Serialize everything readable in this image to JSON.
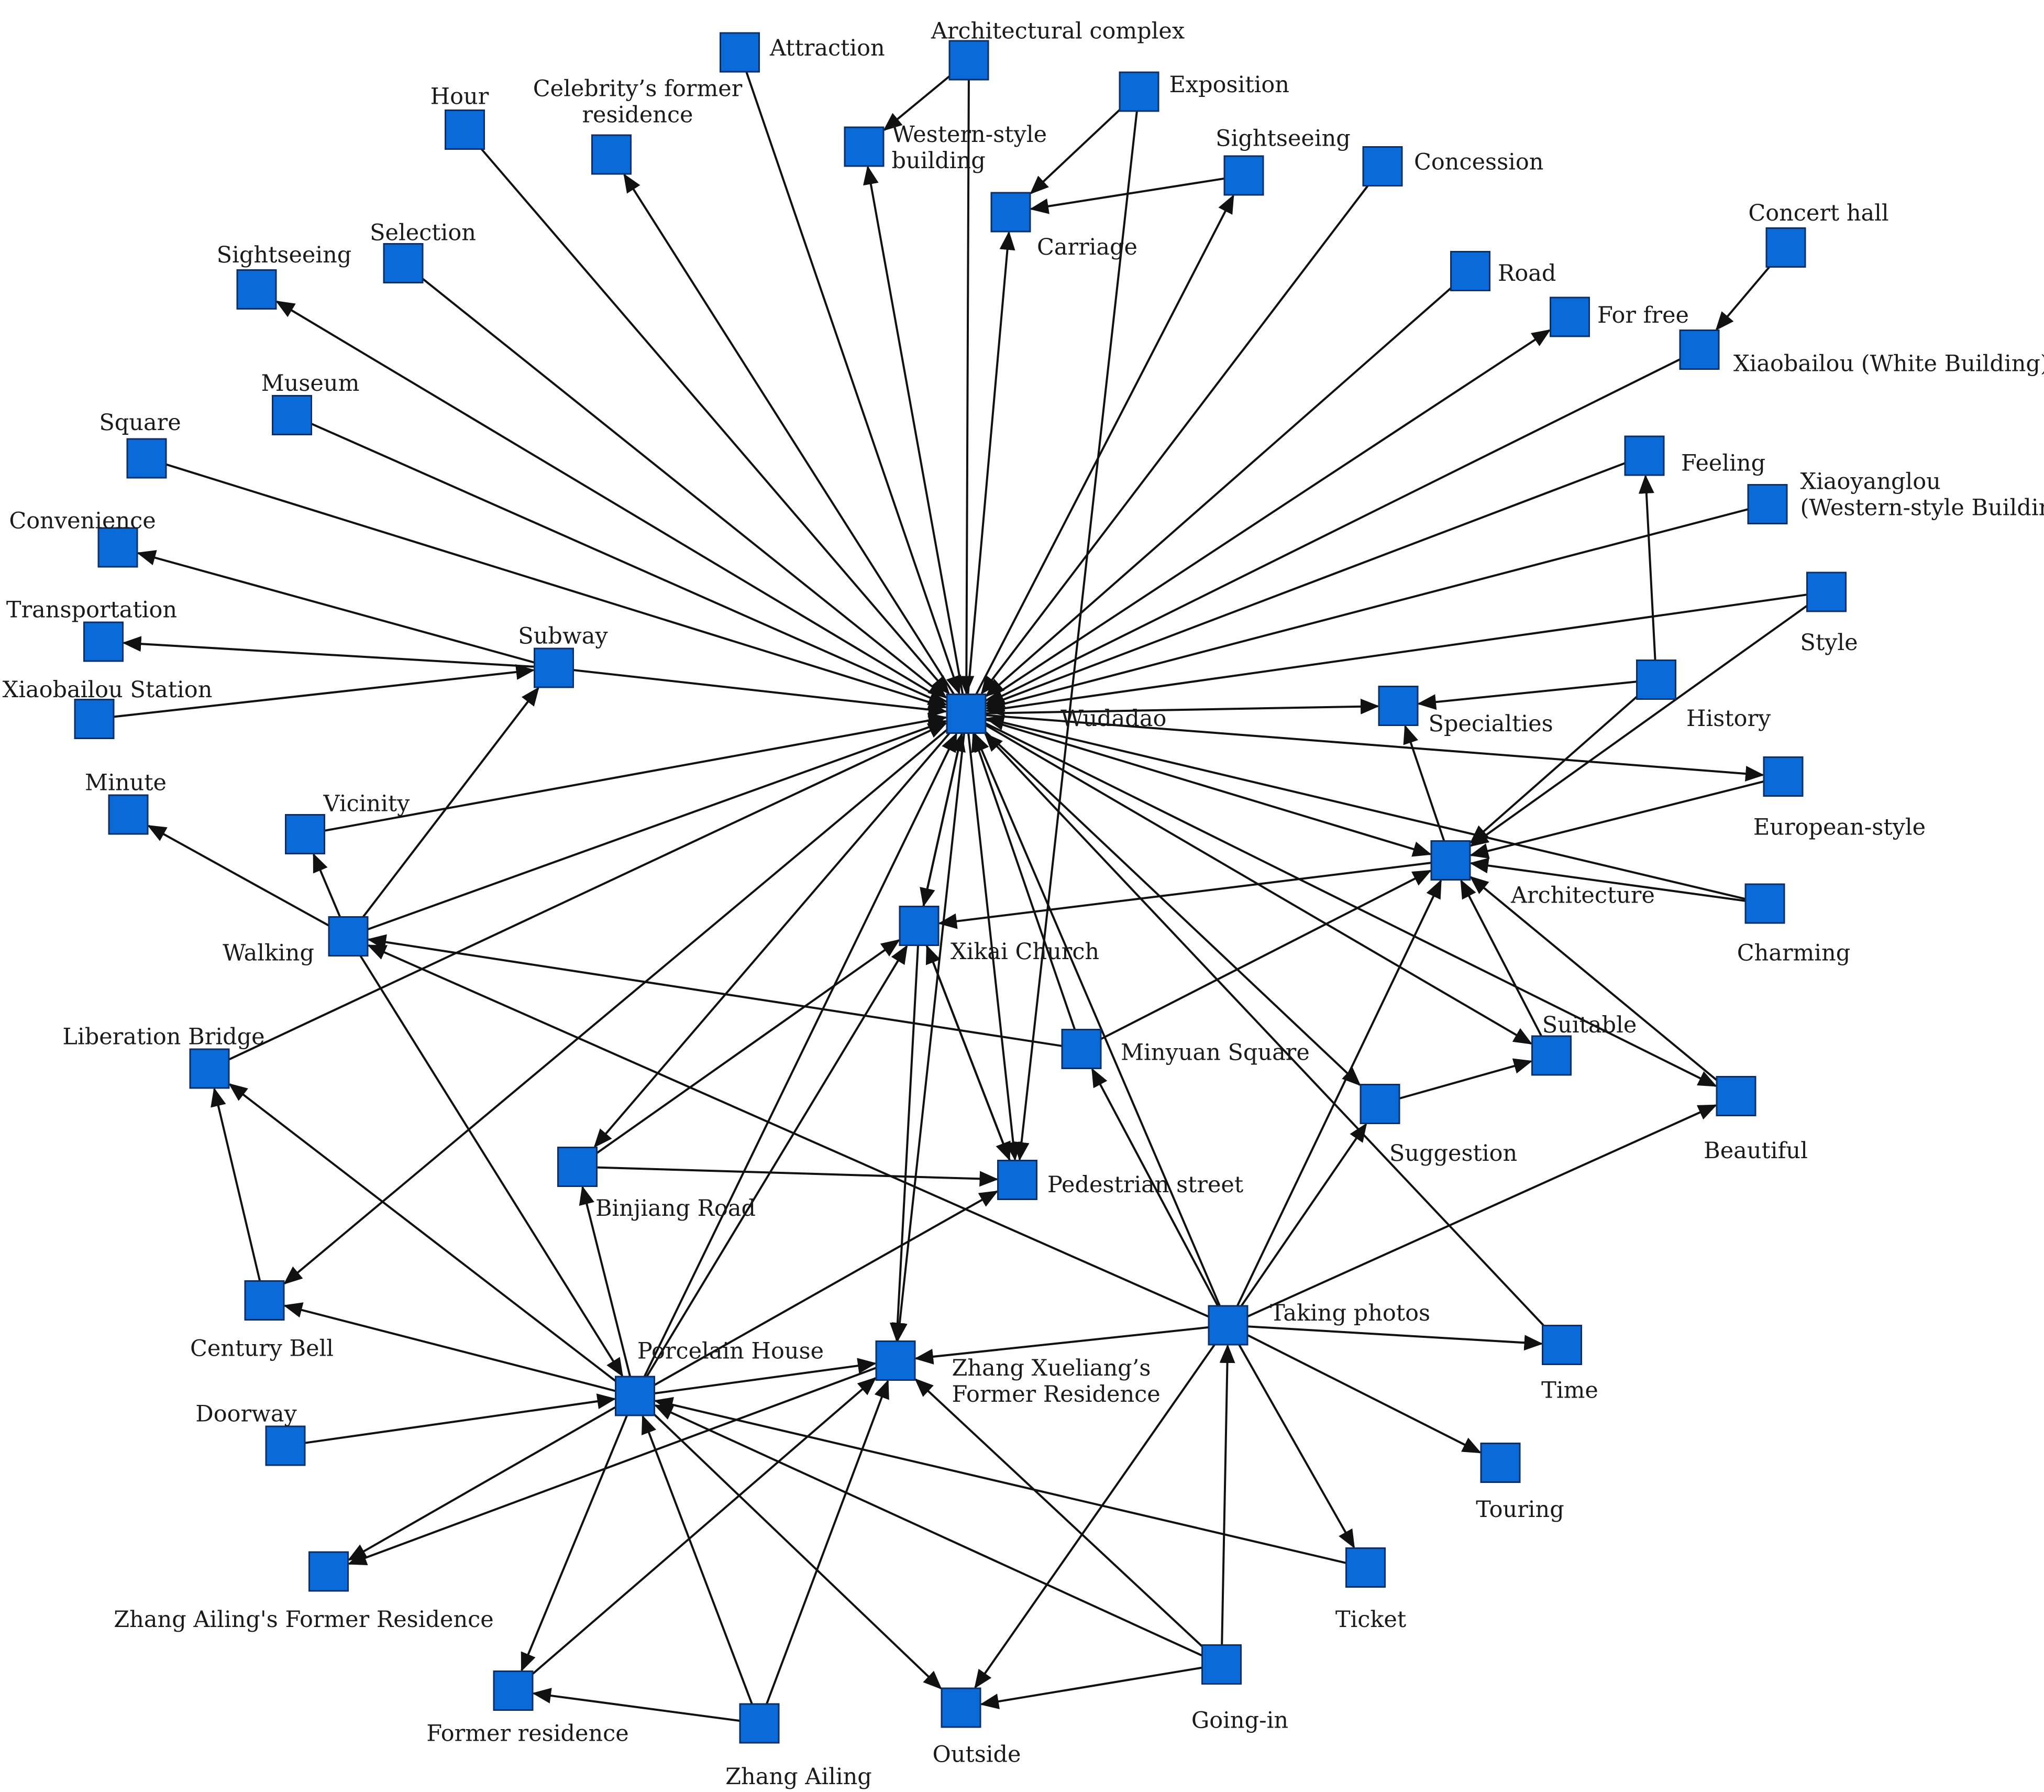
{
  "diagram": {
    "node_color": "#0a6ad8",
    "edge_color": "#111111",
    "nodes": [
      {
        "id": "wudadao",
        "label": "Wudadao"
      },
      {
        "id": "attraction",
        "label": "Attraction"
      },
      {
        "id": "arch_complex",
        "label": "Architectural complex"
      },
      {
        "id": "western_bldg",
        "label": "Western-style building"
      },
      {
        "id": "exposition",
        "label": "Exposition"
      },
      {
        "id": "sightseeing_top",
        "label": "Sightseeing"
      },
      {
        "id": "carriage",
        "label": "Carriage"
      },
      {
        "id": "concession",
        "label": "Concession"
      },
      {
        "id": "hour",
        "label": "Hour"
      },
      {
        "id": "celebrity",
        "label": "Celebrity's former residence"
      },
      {
        "id": "selection",
        "label": "Selection"
      },
      {
        "id": "sightseeing_left",
        "label": "Sightseeing"
      },
      {
        "id": "museum",
        "label": "Museum"
      },
      {
        "id": "square",
        "label": "Square"
      },
      {
        "id": "convenience",
        "label": "Convenience"
      },
      {
        "id": "transportation",
        "label": "Transportation"
      },
      {
        "id": "xiaobailou_station",
        "label": "Xiaobailou Station"
      },
      {
        "id": "subway",
        "label": "Subway"
      },
      {
        "id": "minute",
        "label": "Minute"
      },
      {
        "id": "vicinity",
        "label": "Vicinity"
      },
      {
        "id": "walking",
        "label": "Walking"
      },
      {
        "id": "liberation_bridge",
        "label": "Liberation Bridge"
      },
      {
        "id": "century_bell",
        "label": "Century Bell"
      },
      {
        "id": "doorway",
        "label": "Doorway"
      },
      {
        "id": "zhang_ailing_res",
        "label": "Zhang Ailing's Former Residence"
      },
      {
        "id": "former_res",
        "label": "Former residence"
      },
      {
        "id": "zhang_ailing",
        "label": "Zhang Ailing"
      },
      {
        "id": "outside",
        "label": "Outside"
      },
      {
        "id": "going_in",
        "label": "Going-in"
      },
      {
        "id": "ticket",
        "label": "Ticket"
      },
      {
        "id": "touring",
        "label": "Touring"
      },
      {
        "id": "time",
        "label": "Time"
      },
      {
        "id": "taking_photos",
        "label": "Taking photos"
      },
      {
        "id": "porcelain_house",
        "label": "Porcelain House"
      },
      {
        "id": "zxl_res",
        "label": "Zhang Xueliang's Former Residence"
      },
      {
        "id": "binjiang",
        "label": "Binjiang Road"
      },
      {
        "id": "pedestrian",
        "label": "Pedestrian street"
      },
      {
        "id": "xikai",
        "label": "Xikai Church"
      },
      {
        "id": "minyuan",
        "label": "Minyuan Square"
      },
      {
        "id": "suggestion",
        "label": "Suggestion"
      },
      {
        "id": "suitable",
        "label": "Suitable"
      },
      {
        "id": "beautiful",
        "label": "Beautiful"
      },
      {
        "id": "architecture",
        "label": "Architecture"
      },
      {
        "id": "charming",
        "label": "Charming"
      },
      {
        "id": "european",
        "label": "European-style"
      },
      {
        "id": "specialties",
        "label": "Specialties"
      },
      {
        "id": "history",
        "label": "History"
      },
      {
        "id": "style",
        "label": "Style"
      },
      {
        "id": "xiaoyanglou",
        "label": "Xiaoyanglou (Western-style Building)"
      },
      {
        "id": "feeling",
        "label": "Feeling"
      },
      {
        "id": "xiaobailou",
        "label": "Xiaobailou (White Building)"
      },
      {
        "id": "concert_hall",
        "label": "Concert hall"
      },
      {
        "id": "for_free",
        "label": "For free"
      },
      {
        "id": "road",
        "label": "Road"
      }
    ],
    "edges": [
      {
        "from": "attraction",
        "to": "wudadao"
      },
      {
        "from": "arch_complex",
        "to": "western_bldg"
      },
      {
        "from": "arch_complex",
        "to": "wudadao"
      },
      {
        "from": "wudadao",
        "to": "western_bldg"
      },
      {
        "from": "exposition",
        "to": "carriage"
      },
      {
        "from": "sightseeing_top",
        "to": "carriage"
      },
      {
        "from": "wudadao",
        "to": "carriage"
      },
      {
        "from": "exposition",
        "to": "pedestrian"
      },
      {
        "from": "wudadao",
        "to": "sightseeing_top"
      },
      {
        "from": "concession",
        "to": "wudadao"
      },
      {
        "from": "hour",
        "to": "wudadao"
      },
      {
        "from": "wudadao",
        "to": "celebrity"
      },
      {
        "from": "selection",
        "to": "wudadao"
      },
      {
        "from": "wudadao",
        "to": "sightseeing_left"
      },
      {
        "from": "museum",
        "to": "wudadao"
      },
      {
        "from": "square",
        "to": "wudadao"
      },
      {
        "from": "subway",
        "to": "convenience"
      },
      {
        "from": "subway",
        "to": "transportation"
      },
      {
        "from": "xiaobailou_station",
        "to": "subway"
      },
      {
        "from": "subway",
        "to": "wudadao"
      },
      {
        "from": "walking",
        "to": "subway"
      },
      {
        "from": "walking",
        "to": "minute"
      },
      {
        "from": "walking",
        "to": "vicinity"
      },
      {
        "from": "vicinity",
        "to": "wudadao"
      },
      {
        "from": "walking",
        "to": "wudadao"
      },
      {
        "from": "liberation_bridge",
        "to": "wudadao"
      },
      {
        "from": "wudadao",
        "to": "century_bell"
      },
      {
        "from": "century_bell",
        "to": "liberation_bridge"
      },
      {
        "from": "walking",
        "to": "porcelain_house"
      },
      {
        "from": "porcelain_house",
        "to": "liberation_bridge"
      },
      {
        "from": "porcelain_house",
        "to": "century_bell"
      },
      {
        "from": "doorway",
        "to": "porcelain_house"
      },
      {
        "from": "porcelain_house",
        "to": "zhang_ailing_res"
      },
      {
        "from": "zxl_res",
        "to": "zhang_ailing_res"
      },
      {
        "from": "porcelain_house",
        "to": "former_res"
      },
      {
        "from": "zhang_ailing",
        "to": "former_res"
      },
      {
        "from": "zhang_ailing",
        "to": "porcelain_house"
      },
      {
        "from": "zhang_ailing",
        "to": "zxl_res"
      },
      {
        "from": "former_res",
        "to": "zxl_res"
      },
      {
        "from": "porcelain_house",
        "to": "outside"
      },
      {
        "from": "going_in",
        "to": "outside"
      },
      {
        "from": "going_in",
        "to": "porcelain_house"
      },
      {
        "from": "going_in",
        "to": "zxl_res"
      },
      {
        "from": "going_in",
        "to": "taking_photos"
      },
      {
        "from": "ticket",
        "to": "porcelain_house"
      },
      {
        "from": "porcelain_house",
        "to": "binjiang"
      },
      {
        "from": "porcelain_house",
        "to": "zxl_res"
      },
      {
        "from": "porcelain_house",
        "to": "wudadao"
      },
      {
        "from": "porcelain_house",
        "to": "xikai"
      },
      {
        "from": "porcelain_house",
        "to": "pedestrian"
      },
      {
        "from": "taking_photos",
        "to": "walking"
      },
      {
        "from": "taking_photos",
        "to": "zxl_res"
      },
      {
        "from": "taking_photos",
        "to": "outside"
      },
      {
        "from": "taking_photos",
        "to": "ticket"
      },
      {
        "from": "taking_photos",
        "to": "touring"
      },
      {
        "from": "taking_photos",
        "to": "time"
      },
      {
        "from": "taking_photos",
        "to": "minyuan"
      },
      {
        "from": "taking_photos",
        "to": "wudadao"
      },
      {
        "from": "taking_photos",
        "to": "architecture"
      },
      {
        "from": "taking_photos",
        "to": "suggestion"
      },
      {
        "from": "taking_photos",
        "to": "beautiful"
      },
      {
        "from": "suggestion",
        "to": "suitable"
      },
      {
        "from": "time",
        "to": "wudadao"
      },
      {
        "from": "wudadao",
        "to": "suggestion"
      },
      {
        "from": "wudadao",
        "to": "suitable"
      },
      {
        "from": "wudadao",
        "to": "binjiang"
      },
      {
        "from": "wudadao",
        "to": "pedestrian"
      },
      {
        "from": "wudadao",
        "to": "xikai"
      },
      {
        "from": "wudadao",
        "to": "zxl_res"
      },
      {
        "from": "xikai",
        "to": "wudadao"
      },
      {
        "from": "xikai",
        "to": "zxl_res"
      },
      {
        "from": "xikai",
        "to": "pedestrian"
      },
      {
        "from": "pedestrian",
        "to": "xikai"
      },
      {
        "from": "binjiang",
        "to": "xikai"
      },
      {
        "from": "binjiang",
        "to": "pedestrian"
      },
      {
        "from": "minyuan",
        "to": "wudadao"
      },
      {
        "from": "minyuan",
        "to": "walking"
      },
      {
        "from": "minyuan",
        "to": "architecture"
      },
      {
        "from": "architecture",
        "to": "xikai"
      },
      {
        "from": "wudadao",
        "to": "architecture"
      },
      {
        "from": "architecture",
        "to": "specialties"
      },
      {
        "from": "charming",
        "to": "architecture"
      },
      {
        "from": "charming",
        "to": "wudadao"
      },
      {
        "from": "european",
        "to": "architecture"
      },
      {
        "from": "wudadao",
        "to": "european"
      },
      {
        "from": "wudadao",
        "to": "specialties"
      },
      {
        "from": "history",
        "to": "specialties"
      },
      {
        "from": "history",
        "to": "feeling"
      },
      {
        "from": "history",
        "to": "architecture"
      },
      {
        "from": "style",
        "to": "architecture"
      },
      {
        "from": "style",
        "to": "wudadao"
      },
      {
        "from": "xiaoyanglou",
        "to": "wudadao"
      },
      {
        "from": "feeling",
        "to": "wudadao"
      },
      {
        "from": "xiaobailou",
        "to": "wudadao"
      },
      {
        "from": "concert_hall",
        "to": "xiaobailou"
      },
      {
        "from": "wudadao",
        "to": "for_free"
      },
      {
        "from": "road",
        "to": "wudadao"
      },
      {
        "from": "suitable",
        "to": "architecture"
      },
      {
        "from": "beautiful",
        "to": "architecture"
      },
      {
        "from": "wudadao",
        "to": "beautiful"
      }
    ]
  }
}
